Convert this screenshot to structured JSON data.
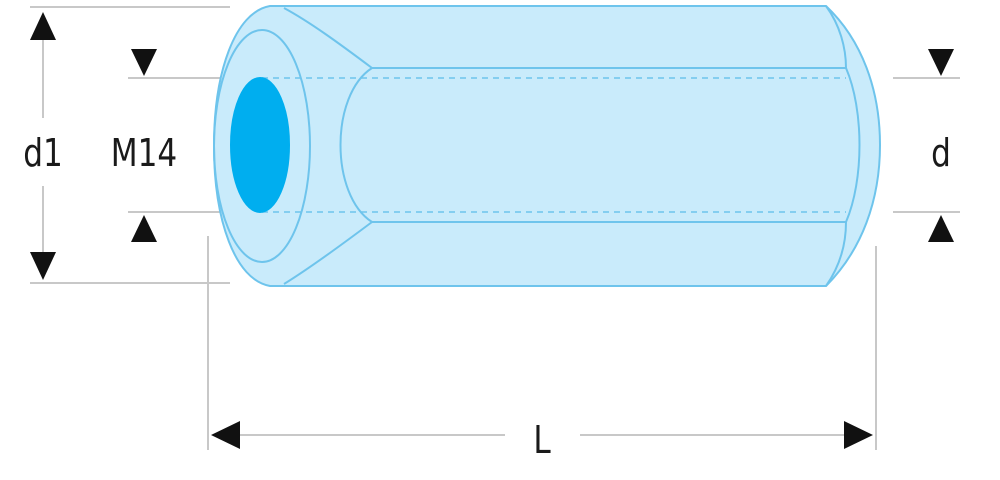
{
  "labels": {
    "outer_diameter": "d1",
    "thread": "M14",
    "hex_size": "d",
    "length": "L"
  },
  "colors": {
    "body_fill": "#c9ebfb",
    "body_stroke": "#6ec4ec",
    "bore_fill": "#00aeef",
    "dimension_lines": "#c8c8c8",
    "arrows": "#111111",
    "text": "#1a1a1a"
  }
}
